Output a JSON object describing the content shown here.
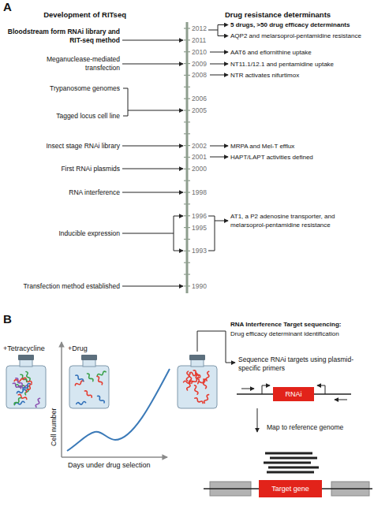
{
  "diagram": {
    "nodes": [
      {
        "text": [
          "RNAi"
        ]
      },
      {
        "text": [
          "Target gene"
        ]
      }
    ],
    "labels": [
      "A",
      "Development of RITseq",
      "Drug resistance determinants",
      "2012",
      "2011",
      "2010",
      "2009",
      "2008",
      "2006",
      "2005",
      "2002",
      "2001",
      "2000",
      "1998",
      "1996",
      "1995",
      "1993",
      "1990",
      "Bloodstream form RNAi library and RIT-seq method",
      "Meganuclease-mediated transfection",
      "Trypanosome genomes",
      "Tagged locus cell line",
      "Insect stage RNAi library",
      "First RNAi plasmids",
      "RNA interference",
      "Inducible expression",
      "Transfection method established",
      "5 drugs, >50 drug efficacy determinants",
      "AQP2 and melarsoprol-pentamidine resistance",
      "AAT6 and eflornithine uptake",
      "NT11.1/12.1 and pentamidine uptake",
      "NTR activates nifurtimox",
      "MRPA and Mel-T efflux",
      "HAPT/LAPT activities defined",
      "AT1, a P2 adenosine transporter, and melarsoprol-pentamidine resistance",
      "B",
      "+Tetracycline",
      "+Drug",
      "Cell number",
      "Days under drug selection",
      "RNA Interference Target sequencing:",
      "Drug efficacy determinant identification",
      "Sequence RNAi targets using plasmid-specific primers",
      "Map to reference genome"
    ]
  }
}
